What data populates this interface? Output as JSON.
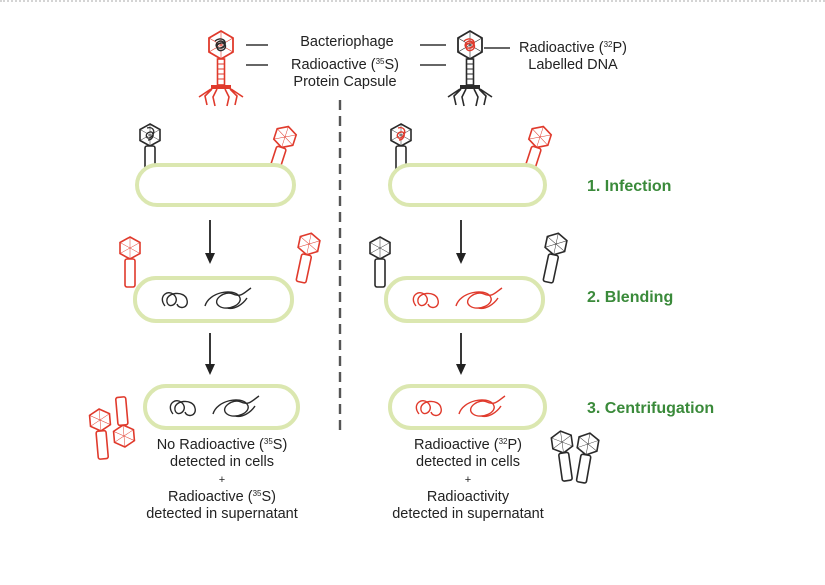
{
  "header_labels": {
    "bacteriophage": "Bacteriophage",
    "s35_line1": "Radioactive (",
    "s35_iso": "35",
    "s35_line1_end": "S)",
    "s35_line2": "Protein Capsule",
    "p32_line1": "Radioactive (",
    "p32_iso": "32",
    "p32_line1_end": "P)",
    "p32_line2": "Labelled DNA"
  },
  "steps": [
    "1. Infection",
    "2. Blending",
    "3. Centrifugation"
  ],
  "left_result": {
    "line1_a": "No Radioactive (",
    "line1_iso": "35",
    "line1_b": "S)",
    "line2": "detected in cells",
    "plus": "+",
    "line3_a": "Radioactive (",
    "line3_iso": "35",
    "line3_b": "S)",
    "line4": "detected in supernatant"
  },
  "right_result": {
    "line1_a": "Radioactive (",
    "line1_iso": "32",
    "line1_b": "P)",
    "line2": "detected in cells",
    "plus": "+",
    "line3": "Radioactivity",
    "line4": "detected in supernatant"
  },
  "colors": {
    "label_red": "#e03a2c",
    "dark": "#2a2a2a",
    "step_green": "#3a8a3a",
    "cell_outline": "#dbe7b0"
  }
}
